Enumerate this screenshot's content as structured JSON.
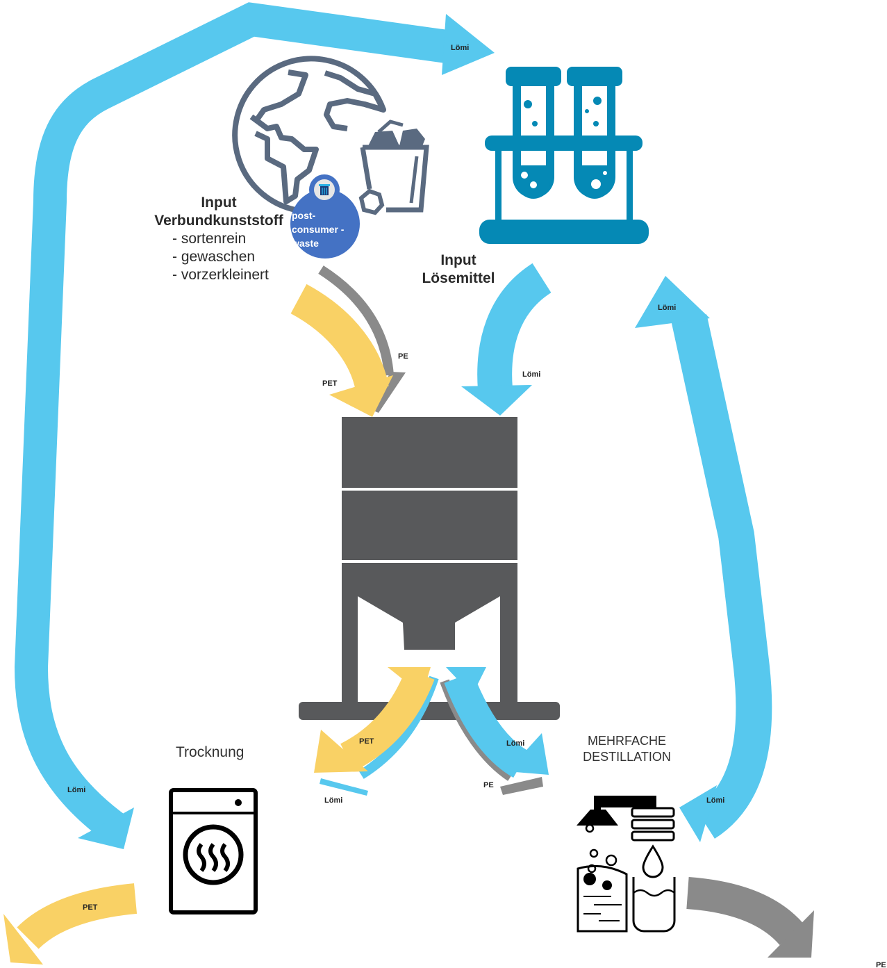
{
  "colors": {
    "solvent": "#57C8EE",
    "pet": "#F9D165",
    "pe": "#8A8A8A",
    "tank": "#58595B",
    "tubes": "#0589B5",
    "globe": "#5A6A80",
    "bubble": "#4472C4"
  },
  "input_plastic": {
    "title_line1": "Input",
    "title_line2": "Verbundkunststoff",
    "items": [
      "- sortenrein",
      "- gewaschen",
      "- vorzerkleinert"
    ]
  },
  "input_solvent": {
    "title_line1": "Input",
    "title_line2": "Lösemittel"
  },
  "badge": {
    "line1": "post-",
    "line2": "consumer -",
    "line3": "waste",
    "icon": "trash-icon"
  },
  "drying": {
    "label": "Trocknung"
  },
  "distillation": {
    "line1": "MEHRFACHE",
    "line2": "DESTILLATION"
  },
  "arrow_labels": {
    "loemi_top": "Lömi",
    "loemi_right": "Lömi",
    "loemi_input": "Lömi",
    "loemi_left": "Lömi",
    "loemi_out_left": "Lömi",
    "loemi_out_right": "Lömi",
    "loemi_dest": "Lömi",
    "pet_in": "PET",
    "pe_in": "PE",
    "pet_out": "PET",
    "pe_out": "PE",
    "pet_dry": "PET",
    "pe_dest": "PE"
  }
}
